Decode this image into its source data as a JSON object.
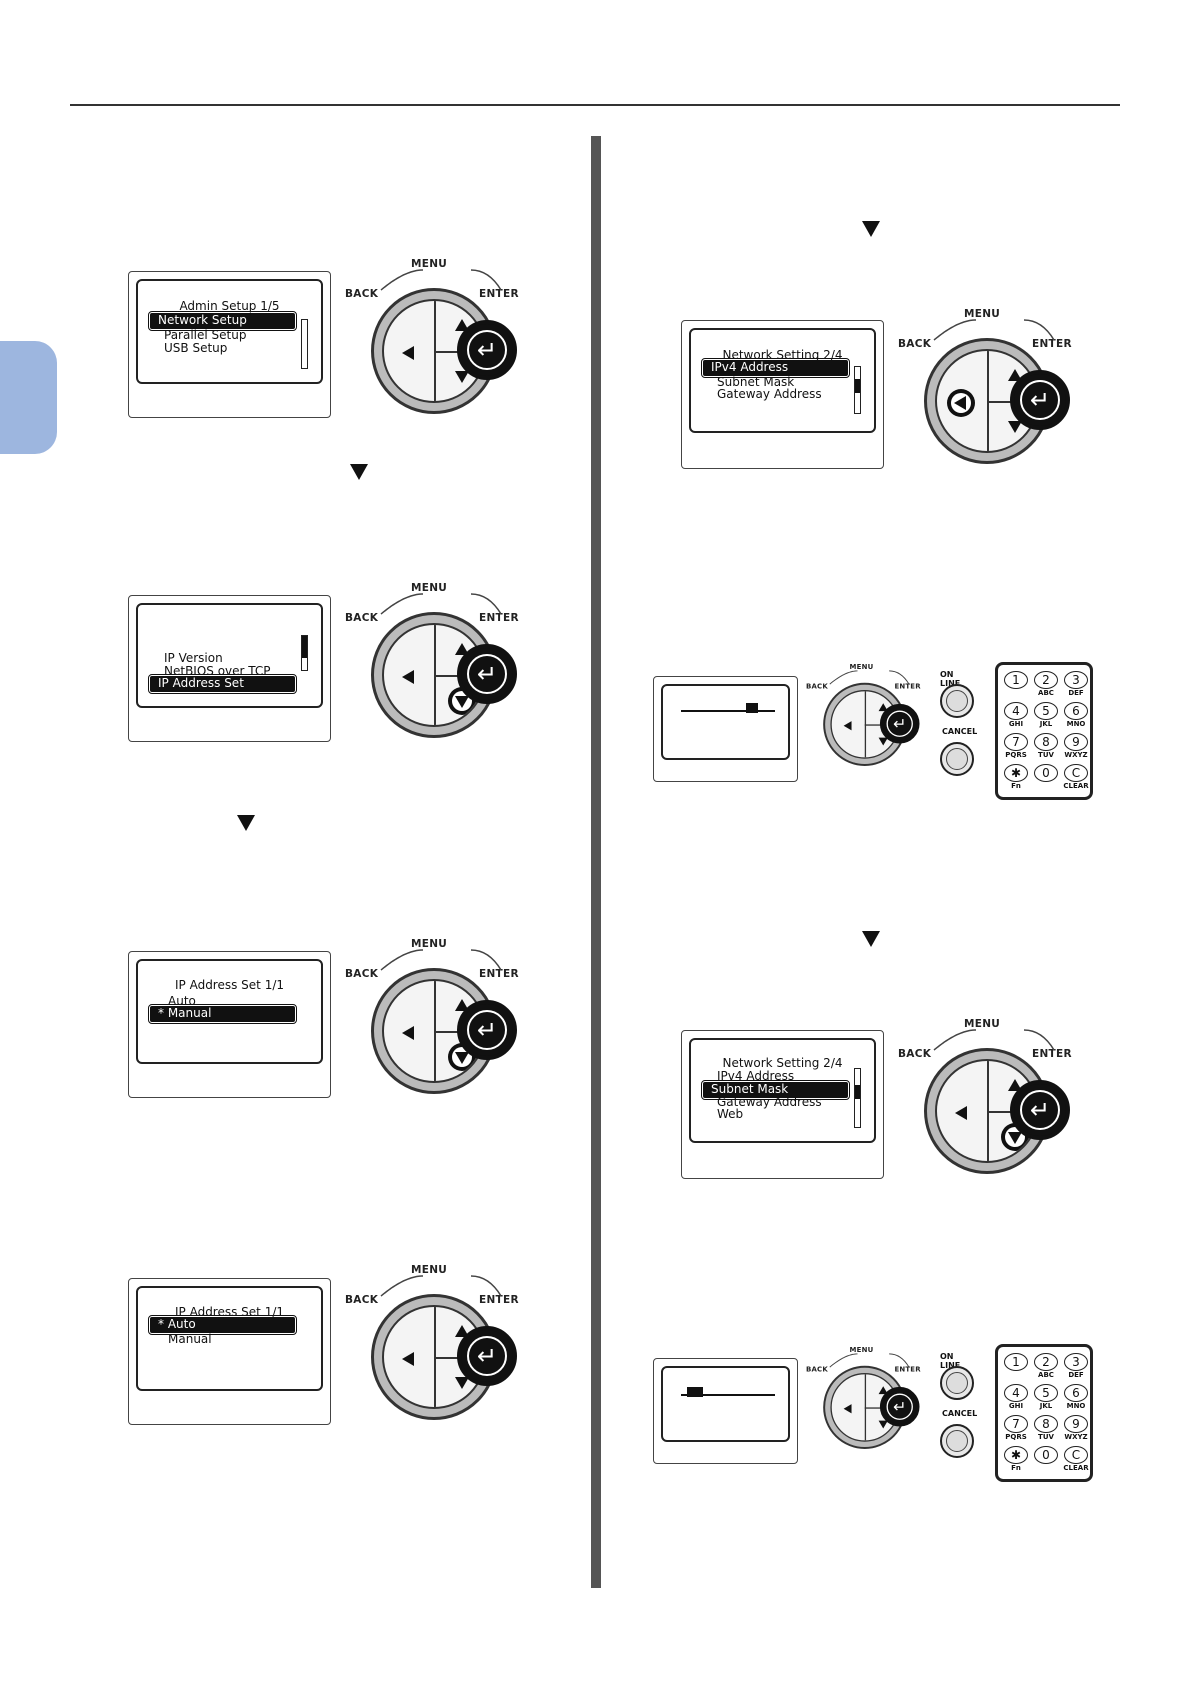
{
  "side_tab": {
    "color": "#9db6df"
  },
  "panels": {
    "p1": {
      "title": "Admin Setup    1/5",
      "items": [
        "Network Setup",
        "Parallel Setup",
        "USB Setup"
      ]
    },
    "p2": {
      "items": [
        "IP Version",
        "NetBIOS over TCP",
        "IP Address Set"
      ]
    },
    "p3": {
      "title": "IP Address Set    1/1",
      "items": [
        "Auto",
        "* Manual"
      ]
    },
    "p4": {
      "title": "IP Address Set    1/1",
      "items": [
        "* Auto",
        "Manual"
      ]
    },
    "p5": {
      "title": "Network Setting    2/4",
      "items": [
        "IPv4 Address",
        "Subnet Mask",
        "Gateway Address"
      ]
    },
    "p7": {
      "title": "Network Setting    2/4",
      "items": [
        "IPv4 Address",
        "Subnet Mask",
        "Gateway Address",
        "Web"
      ]
    }
  },
  "controls": {
    "menu": "MENU",
    "back": "BACK",
    "enter": "ENTER",
    "online": "ON LINE",
    "cancel": "CANCEL"
  },
  "keypad": {
    "keys": [
      "1",
      "2",
      "3",
      "4",
      "5",
      "6",
      "7",
      "8",
      "9",
      "✱",
      "0",
      "C"
    ],
    "subs": [
      "",
      "ABC",
      "DEF",
      "GHI",
      "JKL",
      "MNO",
      "PQRS",
      "TUV",
      "WXYZ",
      "Fn",
      "",
      "CLEAR"
    ]
  }
}
